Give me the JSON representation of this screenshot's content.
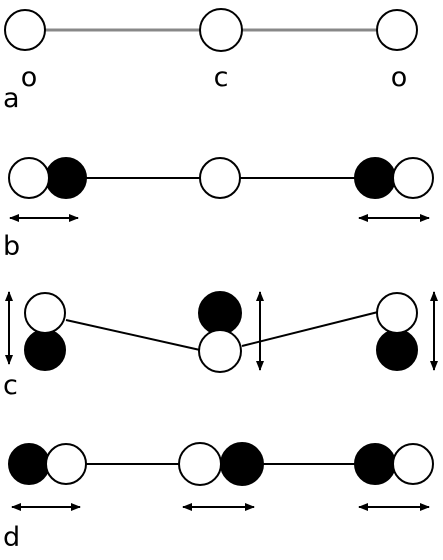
{
  "panels": [
    {
      "id": "a",
      "label": "a"
    },
    {
      "id": "b",
      "label": "b"
    },
    {
      "id": "c",
      "label": "c"
    },
    {
      "id": "d",
      "label": "d"
    }
  ],
  "atom_labels": {
    "left": "o",
    "center": "c",
    "right": "o"
  },
  "colors": {
    "equilibrium_atom": "#ffffff",
    "displaced_atom": "#000000",
    "bond_equilibrium": "#888888",
    "bond_mode": "#000000"
  }
}
